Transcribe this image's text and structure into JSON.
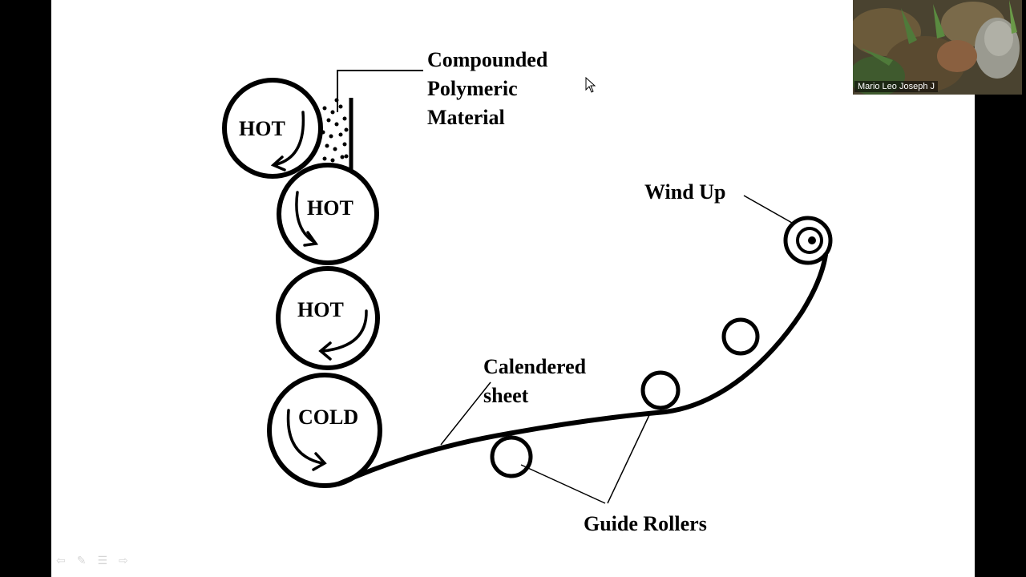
{
  "diagram": {
    "material_label_lines": [
      "Compounded",
      "Polymeric",
      "Material"
    ],
    "rolls": [
      {
        "label": "HOT"
      },
      {
        "label": "HOT"
      },
      {
        "label": "HOT"
      },
      {
        "label": "COLD"
      }
    ],
    "wind_up_label": "Wind Up",
    "sheet_label_lines": [
      "Calendered",
      "sheet"
    ],
    "guide_rollers_label": "Guide Rollers"
  },
  "participant": {
    "name": "Mario Leo Joseph J"
  },
  "nav_icons": [
    "prev-arrow-icon",
    "pen-icon",
    "menu-icon",
    "next-arrow-icon"
  ]
}
